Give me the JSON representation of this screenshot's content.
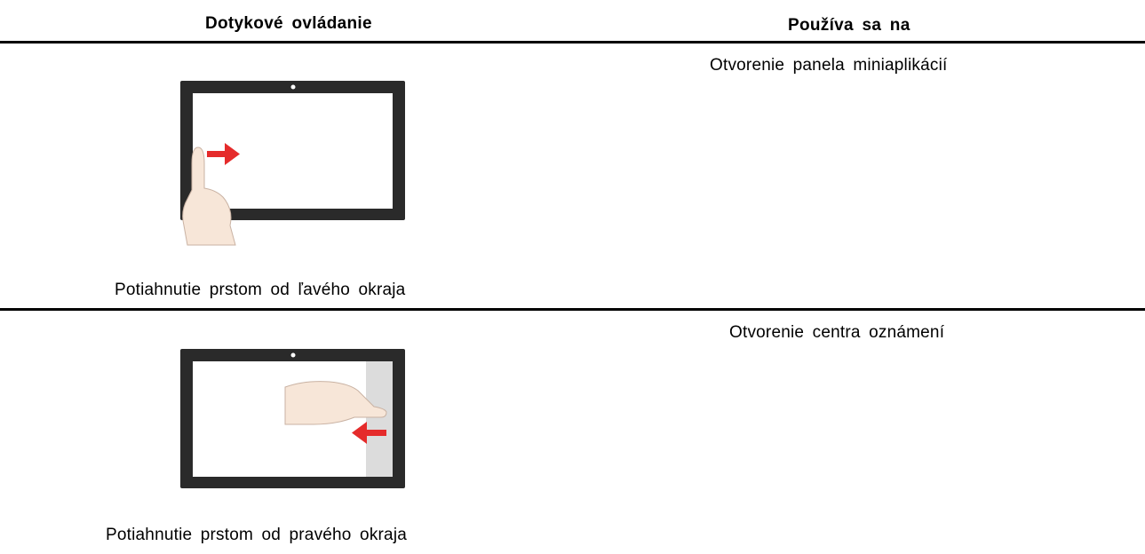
{
  "table": {
    "headers": {
      "gesture": "Dotykové ovládanie",
      "use": "Používa sa na"
    },
    "rows": [
      {
        "caption": "Potiahnutie prstom od ľavého okraja",
        "use": "Otvorenie panela miniaplikácií",
        "figure_icon": "swipe-from-left-edge-illustration"
      },
      {
        "caption": "Potiahnutie prstom od pravého okraja",
        "use": "Otvorenie centra oznámení",
        "figure_icon": "swipe-from-right-edge-illustration"
      }
    ]
  },
  "colors": {
    "bezel": "#2a2a2a",
    "arrow": "#e52b2b",
    "hand": "#f7e6d8",
    "edge_panel": "#dcdcdc"
  }
}
